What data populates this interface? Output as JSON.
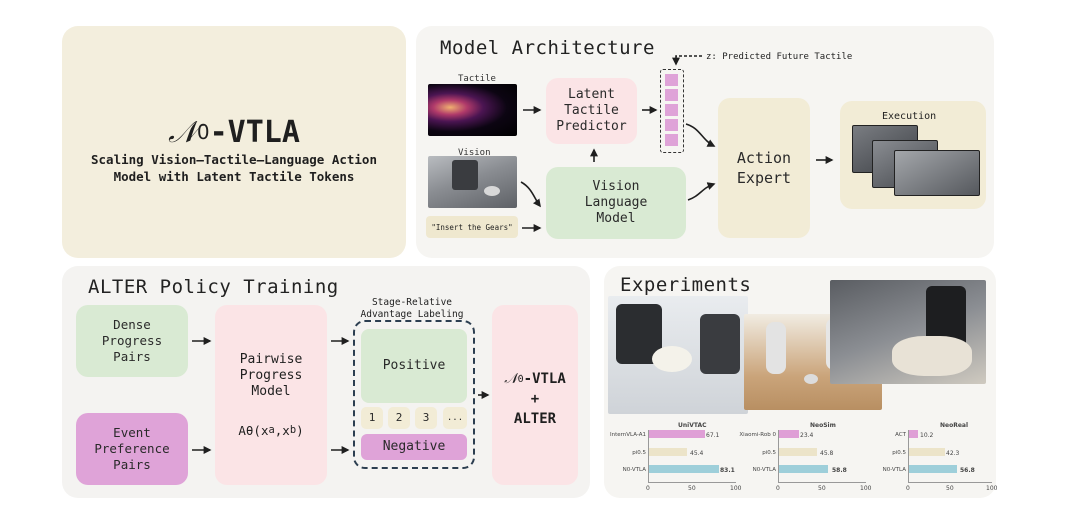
{
  "title_panel": {
    "model_symbol": "𝒩",
    "model_sub": "0",
    "model_suffix": "-VTLA",
    "subtitle_line1": "Scaling Vision–Tactile–Language Action",
    "subtitle_line2": "Model with Latent Tactile Tokens"
  },
  "architecture": {
    "heading": "Model Architecture",
    "tactile_label": "Tactile",
    "vision_label": "Vision",
    "instruction": "\"Insert the Gears\"",
    "latent_predictor": "Latent Tactile Predictor",
    "vlm": "Vision Language Model",
    "z_label": "z: Predicted Future Tactile",
    "action_expert": "Action Expert",
    "execution": "Execution"
  },
  "alter": {
    "heading": "ALTER Policy Training",
    "dense": "Dense Progress Pairs",
    "event": "Event Preference Pairs",
    "pairwise": "Pairwise Progress Model",
    "formula_prefix": "Aθ(x",
    "formula_a": "a",
    "formula_mid": ",x",
    "formula_b": "b",
    "formula_suffix": ")",
    "stage_label_1": "Stage-Relative",
    "stage_label_2": "Advantage Labeling",
    "positive": "Positive",
    "negative": "Negative",
    "chips": [
      "1",
      "2",
      "3",
      "..."
    ],
    "result_sym": "𝒩",
    "result_sub": "0",
    "result_suffix": "-VTLA",
    "result_plus": "+",
    "result_alter": "ALTER"
  },
  "experiments": {
    "heading": "Experiments",
    "charts": [
      {
        "title": "UniVTAC",
        "rows": [
          {
            "label": "InternVLA-A1",
            "value": 67.1,
            "display": "67.1",
            "color": "#df9fd6"
          },
          {
            "label": "pi0.5",
            "value": 45.4,
            "display": "45.4",
            "color": "#ece4c9"
          },
          {
            "label": "N0-VTLA",
            "value": 83.1,
            "display": "83.1",
            "color": "#9ecfda"
          }
        ],
        "ticks": [
          "0",
          "50",
          "100"
        ]
      },
      {
        "title": "NeoSim",
        "rows": [
          {
            "label": "Xiaomi-Rob 0",
            "value": 23.4,
            "display": "23.4",
            "color": "#df9fd6"
          },
          {
            "label": "pi0.5",
            "value": 45.8,
            "display": "45.8",
            "color": "#ece4c9"
          },
          {
            "label": "N0-VTLA",
            "value": 58.8,
            "display": "58.8",
            "color": "#9ecfda"
          }
        ],
        "ticks": [
          "0",
          "50",
          "100"
        ]
      },
      {
        "title": "NeoReal",
        "rows": [
          {
            "label": "ACT",
            "value": 10.2,
            "display": "10.2",
            "color": "#df9fd6"
          },
          {
            "label": "pi0.5",
            "value": 42.3,
            "display": "42.3",
            "color": "#ece4c9"
          },
          {
            "label": "N0-VTLA",
            "value": 56.8,
            "display": "56.8",
            "color": "#9ecfda"
          }
        ],
        "ticks": [
          "0",
          "50",
          "100"
        ]
      }
    ]
  }
}
